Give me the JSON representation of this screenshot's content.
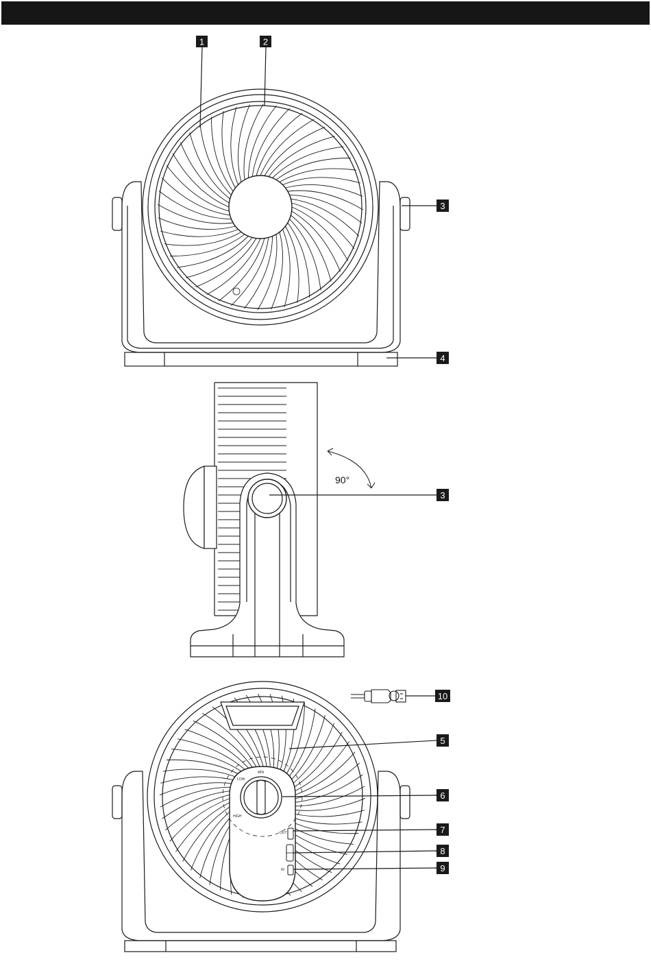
{
  "header": {
    "title": ""
  },
  "callouts": [
    "1",
    "2",
    "3",
    "4",
    "3",
    "10",
    "5",
    "6",
    "7",
    "8",
    "9"
  ],
  "side_view": {
    "tilt_angle": "90°"
  },
  "back_view": {
    "port_out_label": "OUT",
    "port_in_label": "IN",
    "dial_labels": [
      "MIN",
      "LOW",
      "HIGH"
    ]
  },
  "colors": {
    "header": "#161616",
    "callout_bg": "#1a1a1a",
    "line": "#1a1a1a"
  }
}
